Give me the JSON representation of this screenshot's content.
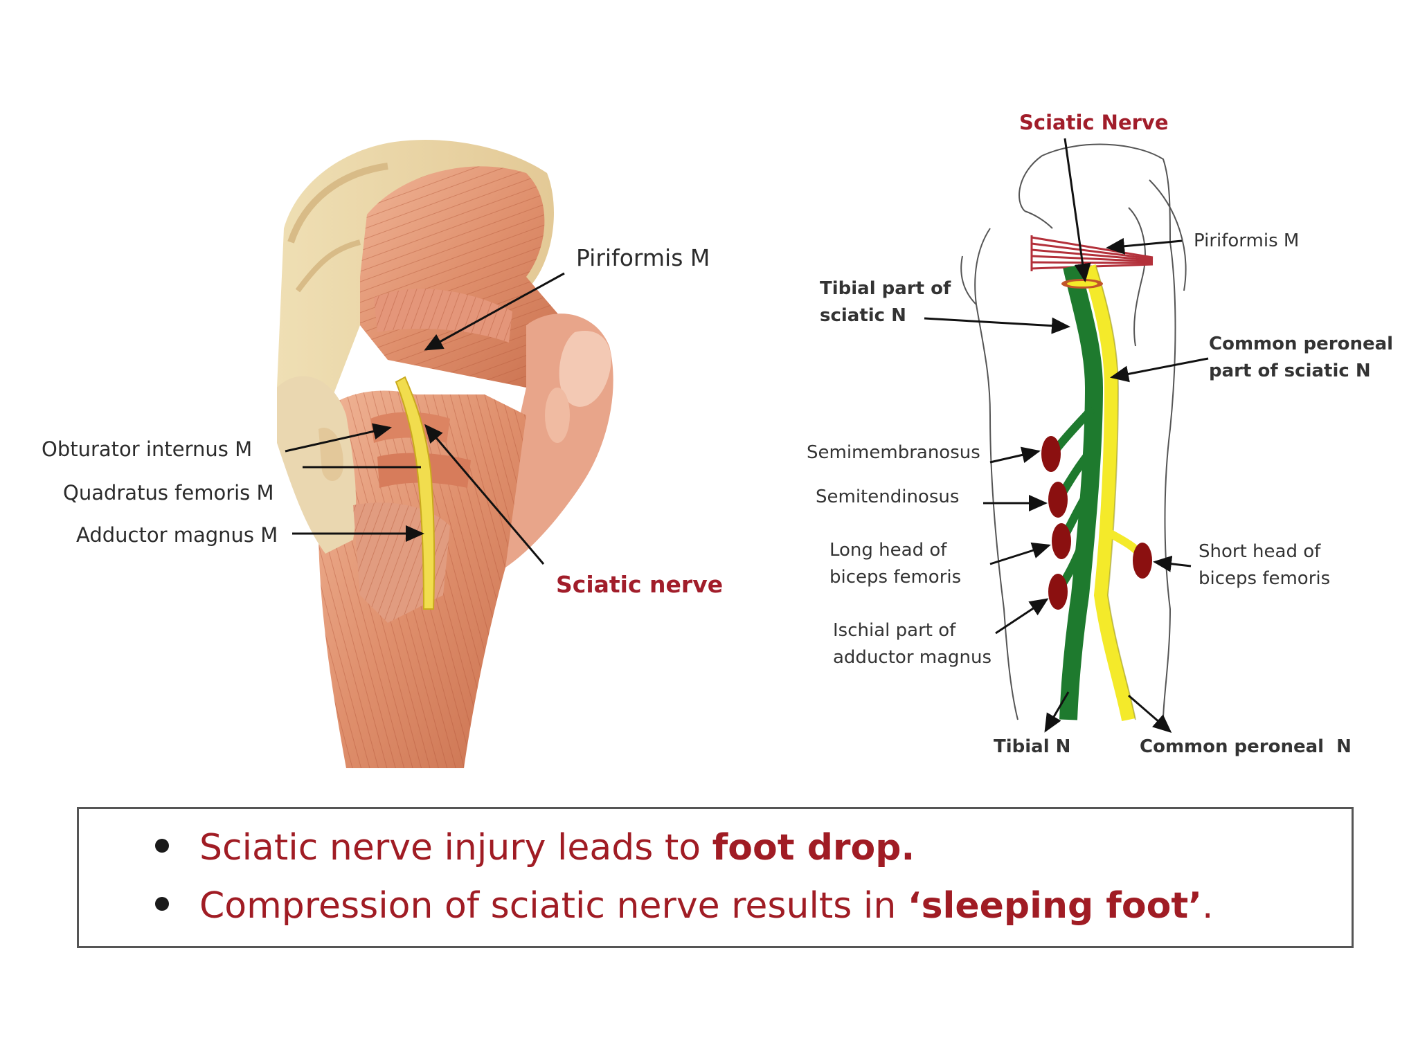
{
  "left_figure": {
    "labels": {
      "piriformis": "Piriformis M",
      "obturator_internus": "Obturator internus M",
      "quadratus_femoris": "Quadratus femoris M",
      "adductor_magnus": "Adductor magnus M",
      "sciatic_nerve": "Sciatic nerve"
    }
  },
  "right_figure": {
    "labels": {
      "sciatic_nerve": "Sciatic Nerve",
      "piriformis": "Piriformis M",
      "tibial_part_1": "Tibial part of",
      "tibial_part_2": "sciatic N",
      "common_peroneal_part_1": "Common peroneal",
      "common_peroneal_part_2": "part of sciatic N",
      "semimembranosus": "Semimembranosus",
      "semitendinosus": "Semitendinosus",
      "long_head_1": "Long head of",
      "long_head_2": "biceps femoris",
      "short_head_1": "Short head of",
      "short_head_2": "biceps femoris",
      "ischial_1": "Ischial part of",
      "ischial_2": "adductor magnus",
      "tibial_n": "Tibial N",
      "common_peroneal_n": "Common peroneal  N"
    },
    "colors": {
      "tibial_nerve": "#1e7a2e",
      "peroneal_nerve": "#f4ea2a",
      "muscle_branch": "#8b1010"
    }
  },
  "summary": {
    "bullet1_plain": "Sciatic nerve injury leads to ",
    "bullet1_bold": "foot drop.",
    "bullet2_plain": "Compression of sciatic nerve results in ",
    "bullet2_bold": "‘sleeping foot’",
    "bullet2_end": "."
  }
}
